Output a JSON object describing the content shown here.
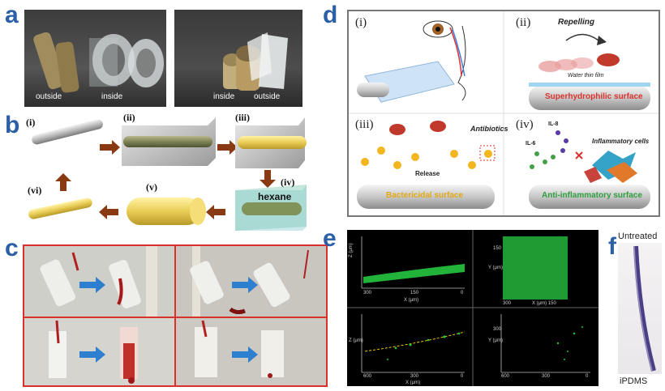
{
  "panel_letters": {
    "a": "a",
    "b": "b",
    "c": "c",
    "d": "d",
    "e": "e",
    "f": "f"
  },
  "panel_a": {
    "left_labels": [
      "outside",
      "inside"
    ],
    "right_labels": [
      "inside",
      "outside"
    ]
  },
  "panel_b": {
    "steps": [
      "(i)",
      "(ii)",
      "(iii)",
      "(iv)",
      "(v)",
      "(vi)"
    ],
    "solvent": "hexane"
  },
  "panel_d": {
    "quadrants": [
      "(i)",
      "(ii)",
      "(iii)",
      "(iv)"
    ],
    "repelling": "Repelling",
    "water_film": "Water thin film",
    "superhydrophilic": "Superhydrophilic surface",
    "antibiotics": "Antibiotics",
    "release": "Release",
    "bactericidal": "Bactericidal surface",
    "il8": "IL-8",
    "il6": "IL-6",
    "inflammatory_cells": "Inflammatory cells",
    "anti_inflammatory": "Anti-inflammatory surface"
  },
  "panel_e": {
    "z_label": "Z (μm)",
    "y_label": "Y (μm)",
    "x_label": "X (μm)",
    "ticks_x1": [
      "300",
      "150",
      "0"
    ],
    "ticks_x2": [
      "300",
      "X (μm) 150"
    ],
    "ticks_x3": [
      "600",
      "300",
      "0"
    ],
    "ticks_y": [
      "150",
      "300"
    ]
  },
  "panel_f": {
    "top": "Untreated",
    "bottom": "iPDMS"
  },
  "colors": {
    "letter": "#2b5fa8",
    "arrow_brown": "#8a3a12",
    "arrow_blue": "#2f7fd0",
    "red_frame": "#d9322c",
    "green_fluor": "#22b43a"
  }
}
